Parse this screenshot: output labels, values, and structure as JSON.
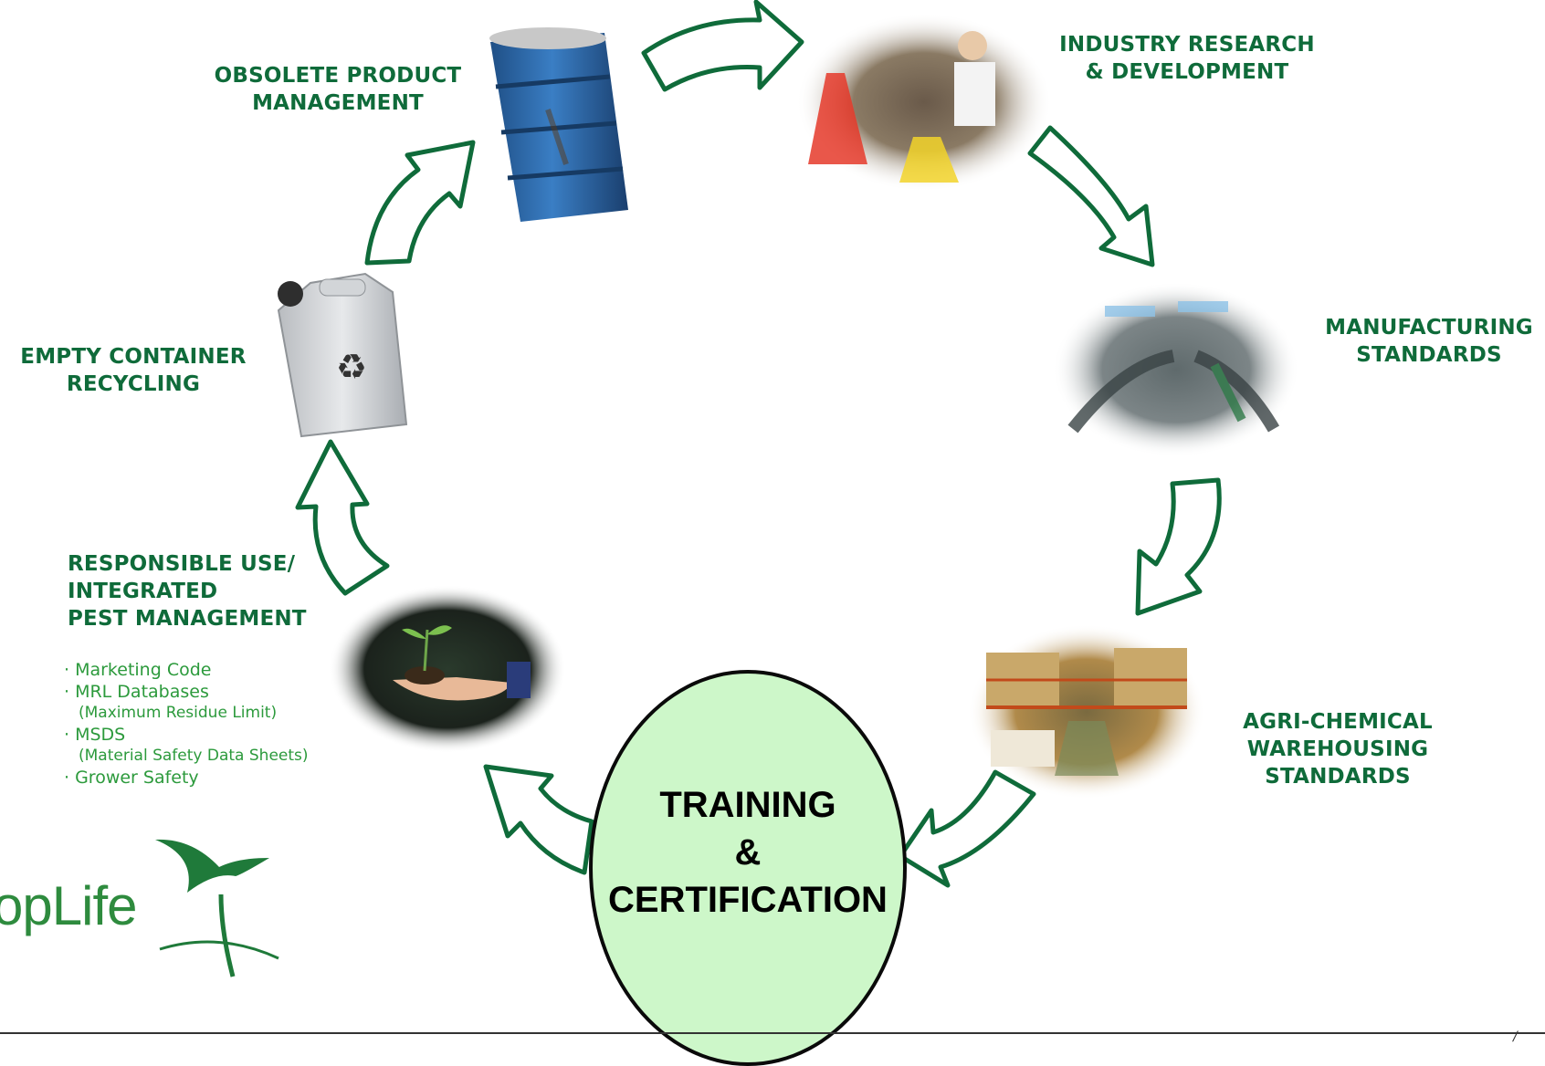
{
  "labels": {
    "obsolete": [
      "OBSOLETE PRODUCT",
      "MANAGEMENT"
    ],
    "research": [
      "INDUSTRY RESEARCH",
      "& DEVELOPMENT"
    ],
    "manufacturing": [
      "MANUFACTURING",
      "STANDARDS"
    ],
    "warehousing": [
      "AGRI-CHEMICAL",
      "WAREHOUSING",
      "STANDARDS"
    ],
    "responsible": [
      "RESPONSIBLE USE/",
      "INTEGRATED",
      "PEST MANAGEMENT"
    ],
    "recycling": [
      "EMPTY CONTAINER",
      "RECYCLING"
    ]
  },
  "bullets": [
    {
      "text": "· Marketing Code",
      "sub": ""
    },
    {
      "text": "· MRL Databases",
      "sub": "(Maximum Residue Limit)"
    },
    {
      "text": "· MSDS",
      "sub": "(Material Safety Data Sheets)"
    },
    {
      "text": "· Grower Safety",
      "sub": ""
    }
  ],
  "center": {
    "line1": "TRAINING",
    "line2": "&",
    "line3": "CERTIFICATION"
  },
  "logo": {
    "text": "opLife"
  },
  "colors": {
    "green": "#0f6b3a",
    "arrow": "#0f6b3a",
    "bullet": "#2c9a3c",
    "center_fill": "#cdf7c9"
  }
}
